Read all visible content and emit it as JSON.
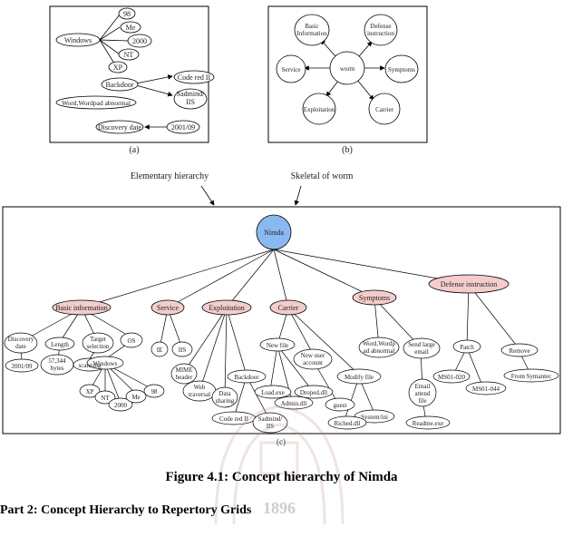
{
  "panel_a": {
    "label": "(a)",
    "nodes": {
      "windows": "Windows",
      "v98": "98",
      "me": "Me",
      "v2000": "2000",
      "nt": "NT",
      "xp": "XP",
      "backdoor": "Backdoor",
      "codered": "Code red II",
      "sadmind": [
        "Sadmind/",
        "IIS"
      ],
      "word": "Word,Wordpad abnormal",
      "discovery": "Discovery date",
      "date": "2001/09"
    }
  },
  "panel_b": {
    "label": "(b)",
    "nodes": {
      "worm": "worm",
      "basic": [
        "Basic",
        "Information"
      ],
      "defense": [
        "Defense",
        "instruction"
      ],
      "service": "Service",
      "symptoms": "Symptoms",
      "exploitation": "Exploitation",
      "carrier": "Carrier"
    }
  },
  "labels": {
    "elementary": "Elementary hierarchy",
    "skeletal": "Skeletal of worm",
    "panel_c": "(c)"
  },
  "panel_c": {
    "root": "Nimda",
    "basic": "Basic information",
    "service": "Service",
    "exploitation": "Exploitation",
    "carrier": "Carrier",
    "symptoms": "Symptoms",
    "defense": "Defense instruction",
    "discovery": [
      "Discovery",
      "date"
    ],
    "length": "Length",
    "target": [
      "Target",
      "selection"
    ],
    "os": "OS",
    "date": "2001/09",
    "bytes": [
      "57,344",
      "bytes"
    ],
    "scanning": "scanning",
    "windows": "Windows",
    "xp": "XP",
    "nt": "NT",
    "v2000": "2000",
    "me": "Me",
    "v98": "98",
    "ie": "IE",
    "iis": "IIS",
    "mime": [
      "MIME",
      "header"
    ],
    "web": [
      "Web",
      "traversal"
    ],
    "data": [
      "Data",
      "sharing"
    ],
    "backdoor": "Backdoor",
    "codered": "Code red II",
    "sadmind": [
      "Sadmind/",
      "IIS"
    ],
    "newfile": "New file",
    "newuser": [
      "New user",
      "account"
    ],
    "loadexe": "Load.exe",
    "droped": "Droped.dll",
    "admin": "Admin.dll",
    "guest": "guest",
    "modify": "Modify file",
    "system": "System/ini",
    "riched": "Riched.dll",
    "word": [
      "Word,Wordp",
      "ad abnormal"
    ],
    "sendlarge": [
      "Send large",
      "email"
    ],
    "email": [
      "Email",
      "attend",
      "file"
    ],
    "readme": "Readme.exe",
    "patch": "Patch",
    "ms020": "MS01-020",
    "ms044": "MS01-044",
    "remove": "Remove",
    "symantec": "From Symantec"
  },
  "caption": "Figure 4.1: Concept hierarchy of Nimda",
  "section": "Part 2: Concept Hierarchy to Repertory Grids",
  "watermark": "1896",
  "colors": {
    "root": "#8ab8f0",
    "category": "#f4cccc",
    "line": "#000000"
  }
}
